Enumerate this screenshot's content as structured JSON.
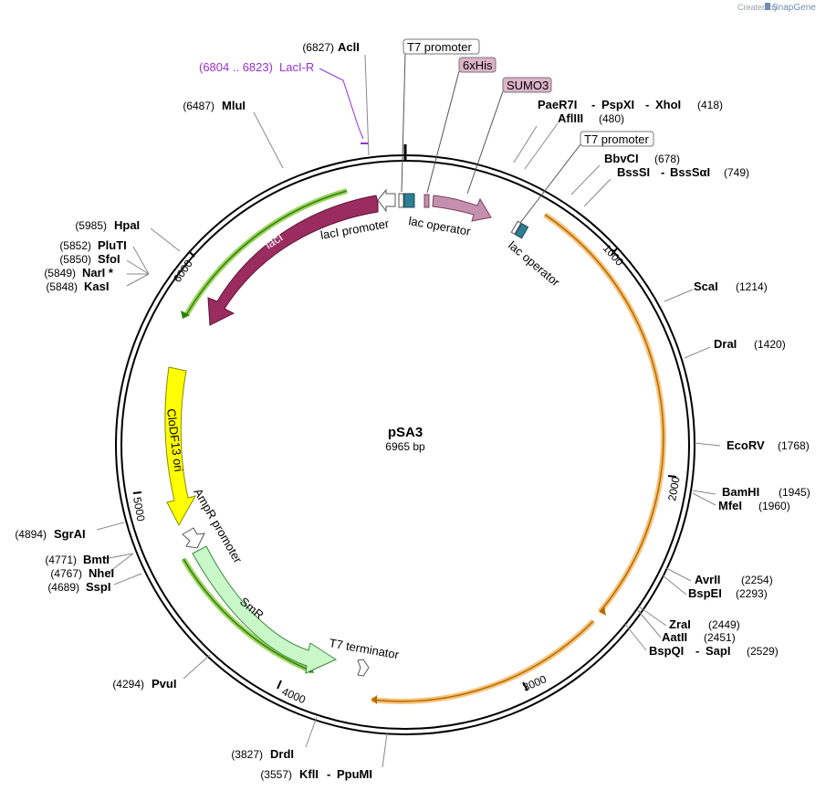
{
  "credit": {
    "prefix": "Created by",
    "brand": "SnapGene"
  },
  "plasmid": {
    "name": "pSA3",
    "length_label": "6965 bp"
  },
  "ticks": [
    "1000",
    "2000",
    "3000",
    "4000",
    "5000",
    "6000"
  ],
  "primer": {
    "pos": "(6804 .. 6823)",
    "name": "LacI-R"
  },
  "boxed_features": [
    {
      "label": "T7 promoter",
      "style": "white"
    },
    {
      "label": "6xHis",
      "style": "pink"
    },
    {
      "label": "SUMO3",
      "style": "pink"
    },
    {
      "label": "T7 promoter",
      "style": "white"
    }
  ],
  "feature_labels": [
    {
      "label": "lacI promoter"
    },
    {
      "label": "lac operator"
    },
    {
      "label": "lac operator"
    },
    {
      "label": "lacI"
    },
    {
      "label": "CloDF13 ori"
    },
    {
      "label": "AmpR promoter"
    },
    {
      "label": "SmR"
    },
    {
      "label": "T7 terminator"
    }
  ],
  "sites_right": [
    {
      "names": [
        "PaeR7I",
        "PspXI",
        "XhoI"
      ],
      "pos": "(418)"
    },
    {
      "names": [
        "AflIII"
      ],
      "pos": "(480)"
    },
    {
      "names": [
        "BbvCI"
      ],
      "pos": "(678)"
    },
    {
      "names": [
        "BssSI",
        "BssSαI"
      ],
      "pos": "(749)"
    },
    {
      "names": [
        "ScaI"
      ],
      "pos": "(1214)"
    },
    {
      "names": [
        "DraI"
      ],
      "pos": "(1420)"
    },
    {
      "names": [
        "EcoRV"
      ],
      "pos": "(1768)"
    },
    {
      "names": [
        "BamHI"
      ],
      "pos": "(1945)"
    },
    {
      "names": [
        "MfeI"
      ],
      "pos": "(1960)"
    },
    {
      "names": [
        "AvrII"
      ],
      "pos": "(2254)"
    },
    {
      "names": [
        "BspEI"
      ],
      "pos": "(2293)"
    },
    {
      "names": [
        "ZraI"
      ],
      "pos": "(2449)"
    },
    {
      "names": [
        "AatII"
      ],
      "pos": "(2451)"
    },
    {
      "names": [
        "BspQI",
        "SapI"
      ],
      "pos": "(2529)"
    }
  ],
  "sites_left": [
    {
      "names": [
        "AclI"
      ],
      "pos": "(6827)"
    },
    {
      "names": [
        "MluI"
      ],
      "pos": "(6487)"
    },
    {
      "names": [
        "HpaI"
      ],
      "pos": "(5985)"
    },
    {
      "names": [
        "PluTI"
      ],
      "pos": "(5852)"
    },
    {
      "names": [
        "SfoI"
      ],
      "pos": "(5850)"
    },
    {
      "names": [
        "NarI *"
      ],
      "pos": "(5849)"
    },
    {
      "names": [
        "KasI"
      ],
      "pos": "(5848)"
    },
    {
      "names": [
        "SgrAI"
      ],
      "pos": "(4894)"
    },
    {
      "names": [
        "BmtI"
      ],
      "pos": "(4771)"
    },
    {
      "names": [
        "NheI"
      ],
      "pos": "(4767)"
    },
    {
      "names": [
        "SspI"
      ],
      "pos": "(4689)"
    },
    {
      "names": [
        "PvuI"
      ],
      "pos": "(4294)"
    },
    {
      "names": [
        "DrdI"
      ],
      "pos": "(3827)"
    },
    {
      "names": [
        "KflI",
        "PpuMI"
      ],
      "pos": "(3557)"
    }
  ],
  "colors": {
    "lacI": "#9b2c5f",
    "cloDF13": "#ffff00",
    "smr": "#c8f7c8",
    "sumo": "#c58fae",
    "operator": "#2e7f94",
    "orange_highlight": "#f6c27a",
    "green_highlight": "#7dc63d",
    "primer": "#9b30d0"
  }
}
